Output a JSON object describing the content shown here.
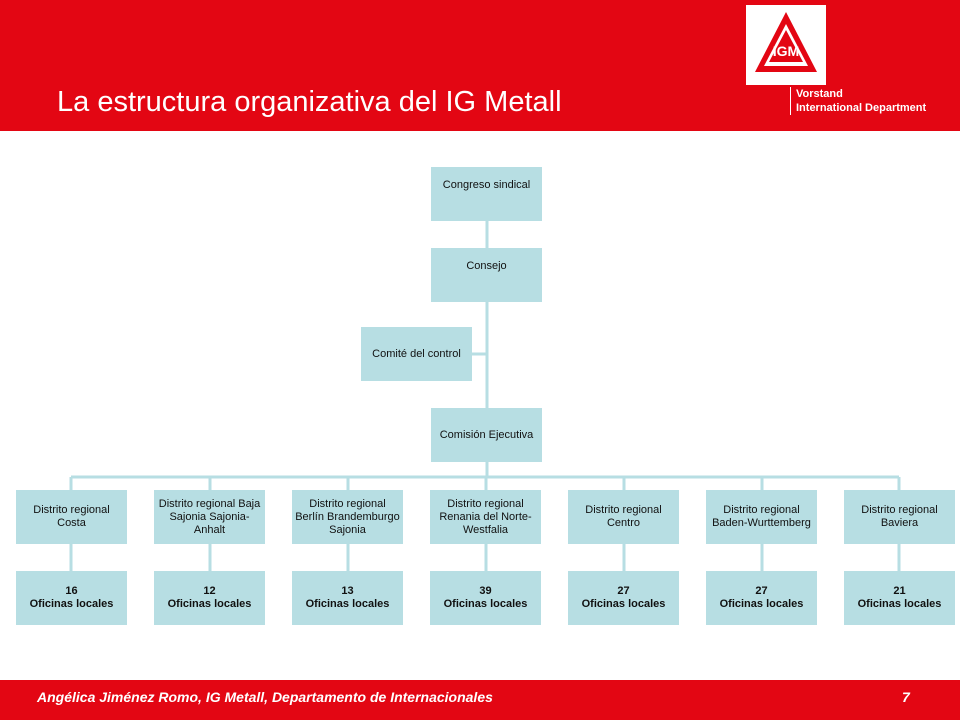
{
  "header": {
    "title": "La estructura organizativa del IG Metall",
    "dept_line1": "Vorstand",
    "dept_line2": "International Department",
    "logo_text": "IGM"
  },
  "chart": {
    "congreso": "Congreso sindical",
    "consejo": "Consejo",
    "comite": "Comité del control",
    "comision": "Comisión Ejecutiva",
    "districts": [
      {
        "name": "Distrito regional Costa",
        "offices_count": "16",
        "offices_label": "Oficinas locales"
      },
      {
        "name": "Distrito regional Baja Sajonia Sajonia-Anhalt",
        "offices_count": "12",
        "offices_label": "Oficinas locales"
      },
      {
        "name": "Distrito regional Berlín Brandemburgo Sajonia",
        "offices_count": "13",
        "offices_label": "Oficinas locales"
      },
      {
        "name": "Distrito regional Renania del Norte-Westfalia",
        "offices_count": "39",
        "offices_label": "Oficinas locales"
      },
      {
        "name": "Distrito regional Centro",
        "offices_count": "27",
        "offices_label": "Oficinas locales"
      },
      {
        "name": "Distrito regional Baden-Wurttemberg",
        "offices_count": "27",
        "offices_label": "Oficinas locales"
      },
      {
        "name": "Distrito regional Baviera",
        "offices_count": "21",
        "offices_label": "Oficinas locales"
      }
    ]
  },
  "footer": {
    "text": "Angélica Jiménez Romo, IG Metall, Departamento de Internacionales",
    "page": "7"
  },
  "colors": {
    "brand_red": "#e30613",
    "box_fill": "#b7dee3",
    "connector": "#b7dee3"
  }
}
